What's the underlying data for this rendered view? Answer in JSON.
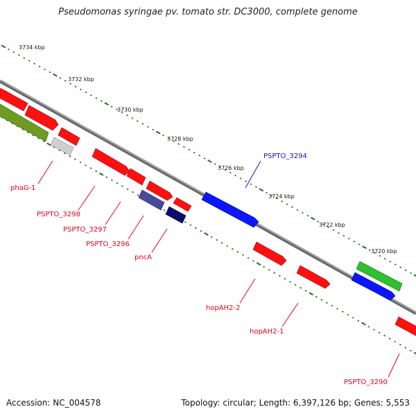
{
  "title": "Pseudomonas syringae pv. tomato str. DC3000, complete genome",
  "footer": {
    "accession": "Accession: NC_004578",
    "summary": "Topology: circular; Length: 6,397,126 bp; Genes: 5,553"
  },
  "colors": {
    "red": "#ff1010",
    "blue": "#0b16ff",
    "green": "#2fbf2f",
    "olive": "#6f9a23",
    "gray": "#cfcfcf",
    "slate": "#4a4a9a",
    "navy": "#0b0b70",
    "label_red": "#e0001a",
    "label_blue": "#1010d0",
    "ruler": "#1e6e14"
  },
  "ruler_labels": [
    "3734 kbp",
    "3732 kbp",
    "3730 kbp",
    "3728 kbp",
    "3726 kbp",
    "3724 kbp",
    "3722 kbp",
    "3720 kbp"
  ],
  "genes": [
    {
      "name": "phaG-1"
    },
    {
      "name": "PSPTO_3298"
    },
    {
      "name": "PSPTO_3297"
    },
    {
      "name": "PSPTO_3296"
    },
    {
      "name": "pncA"
    },
    {
      "name": "PSPTO_3294"
    },
    {
      "name": "hopAH2-2"
    },
    {
      "name": "hopAH2-1"
    },
    {
      "name": "PSPTO_3290"
    }
  ]
}
